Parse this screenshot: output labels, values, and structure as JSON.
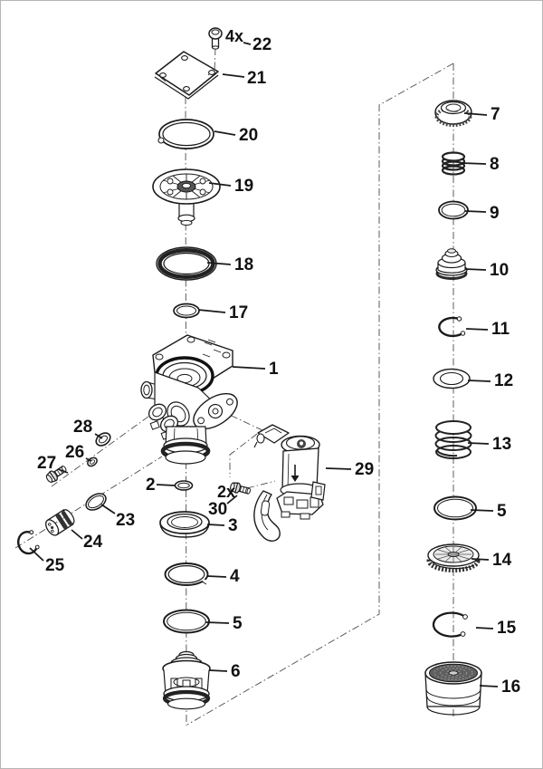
{
  "diagram": {
    "type": "exploded-parts-diagram",
    "colors": {
      "line": "#1a1a1a",
      "background": "#ffffff",
      "page_border": "#b5b5b5",
      "dark_shade": "#333333",
      "mid_shade": "#6e6e6e"
    }
  },
  "callouts": {
    "c1": {
      "number": "1"
    },
    "c2": {
      "number": "2"
    },
    "c3": {
      "number": "3"
    },
    "c4": {
      "number": "4"
    },
    "c5l": {
      "number": "5"
    },
    "c5r": {
      "number": "5"
    },
    "c6": {
      "number": "6"
    },
    "c7": {
      "number": "7"
    },
    "c8": {
      "number": "8"
    },
    "c9": {
      "number": "9"
    },
    "c10": {
      "number": "10"
    },
    "c11": {
      "number": "11"
    },
    "c12": {
      "number": "12"
    },
    "c13": {
      "number": "13"
    },
    "c14": {
      "number": "14"
    },
    "c15": {
      "number": "15"
    },
    "c16": {
      "number": "16"
    },
    "c17": {
      "number": "17"
    },
    "c18": {
      "number": "18"
    },
    "c19": {
      "number": "19"
    },
    "c20": {
      "number": "20"
    },
    "c21": {
      "number": "21"
    },
    "c22": {
      "number": "22",
      "qty": "4x"
    },
    "c23": {
      "number": "23"
    },
    "c24": {
      "number": "24"
    },
    "c25": {
      "number": "25"
    },
    "c26": {
      "number": "26"
    },
    "c27": {
      "number": "27"
    },
    "c28": {
      "number": "28"
    },
    "c29": {
      "number": "29"
    },
    "c30": {
      "number": "30",
      "qty": "2x"
    }
  }
}
